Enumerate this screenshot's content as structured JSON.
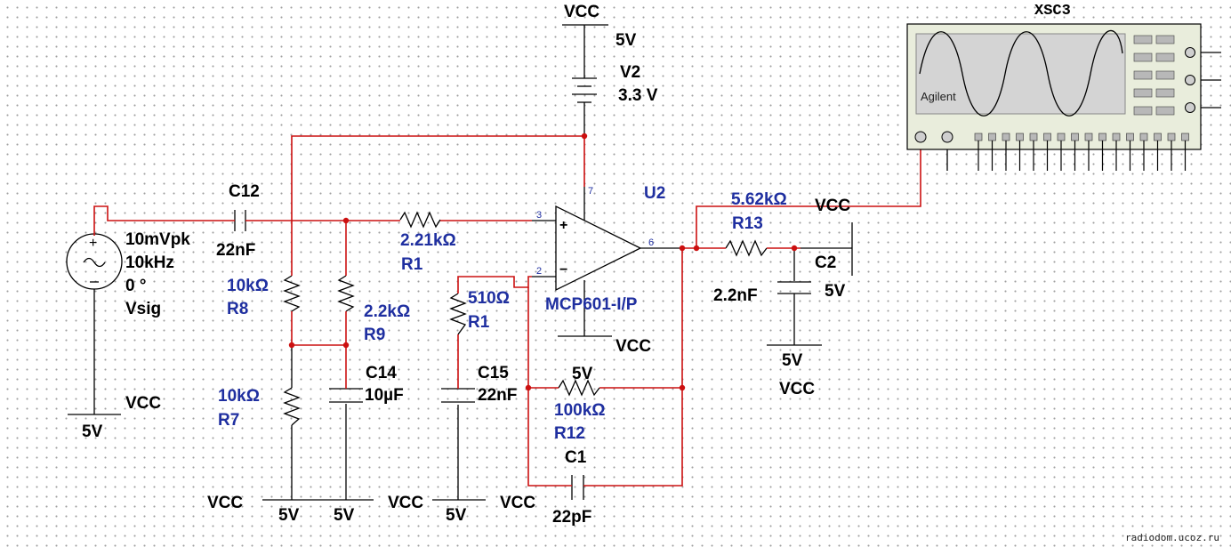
{
  "power": {
    "top_vcc": "VCC",
    "top_5v": "5V",
    "v2_name": "V2",
    "v2_value": "3.3 V",
    "vsig_vcc": "VCC",
    "vsig_5v": "5V",
    "bottom_vcc_1": "VCC",
    "bottom_5v_1": "5V",
    "bottom_5v_2": "5V",
    "bottom_vcc_2": "VCC",
    "bottom_5v_3": "5V",
    "bottom_vcc_3": "VCC",
    "opamp_vcc": "VCC",
    "opamp_5v": "5V",
    "out_vcc": "VCC",
    "out_5v": "5V",
    "c2_gnd_5v": "5V",
    "c2_gnd_vcc": "VCC"
  },
  "source": {
    "amplitude": "10mVpk",
    "frequency": "10kHz",
    "phase": "0 °",
    "name": "Vsig"
  },
  "components": {
    "c12": {
      "name": "C12",
      "value": "22nF"
    },
    "r1_in": {
      "value": "2.21kΩ",
      "name": "R1"
    },
    "r8": {
      "value": "10kΩ",
      "name": "R8"
    },
    "r9": {
      "value": "2.2kΩ",
      "name": "R9"
    },
    "r7": {
      "value": "10kΩ",
      "name": "R7"
    },
    "c14": {
      "name": "C14",
      "value": "10µF"
    },
    "r1_fb": {
      "value": "510Ω",
      "name": "R1"
    },
    "c15": {
      "name": "C15",
      "value": "22nF"
    },
    "r12": {
      "value": "100kΩ",
      "name": "R12"
    },
    "c1": {
      "name": "C1",
      "value": "22pF"
    },
    "r13": {
      "value": "5.62kΩ",
      "name": "R13"
    },
    "c2": {
      "name": "C2",
      "value": "2.2nF"
    }
  },
  "opamp": {
    "ref": "U2",
    "part": "MCP601-I/P",
    "pin_plus": "3",
    "pin_minus": "2",
    "pin_vdd": "7",
    "pin_out": "6",
    "plus_sign": "+",
    "minus_sign": "−"
  },
  "scope": {
    "name": "XSC3",
    "brand": "Agilent"
  },
  "watermark": "radiodom.ucoz.ru",
  "colors": {
    "wire_red": "#cc1010",
    "label_blue": "#1f2fa0",
    "scope_body": "#e9eddc",
    "scope_screen": "#d4d4d4"
  }
}
